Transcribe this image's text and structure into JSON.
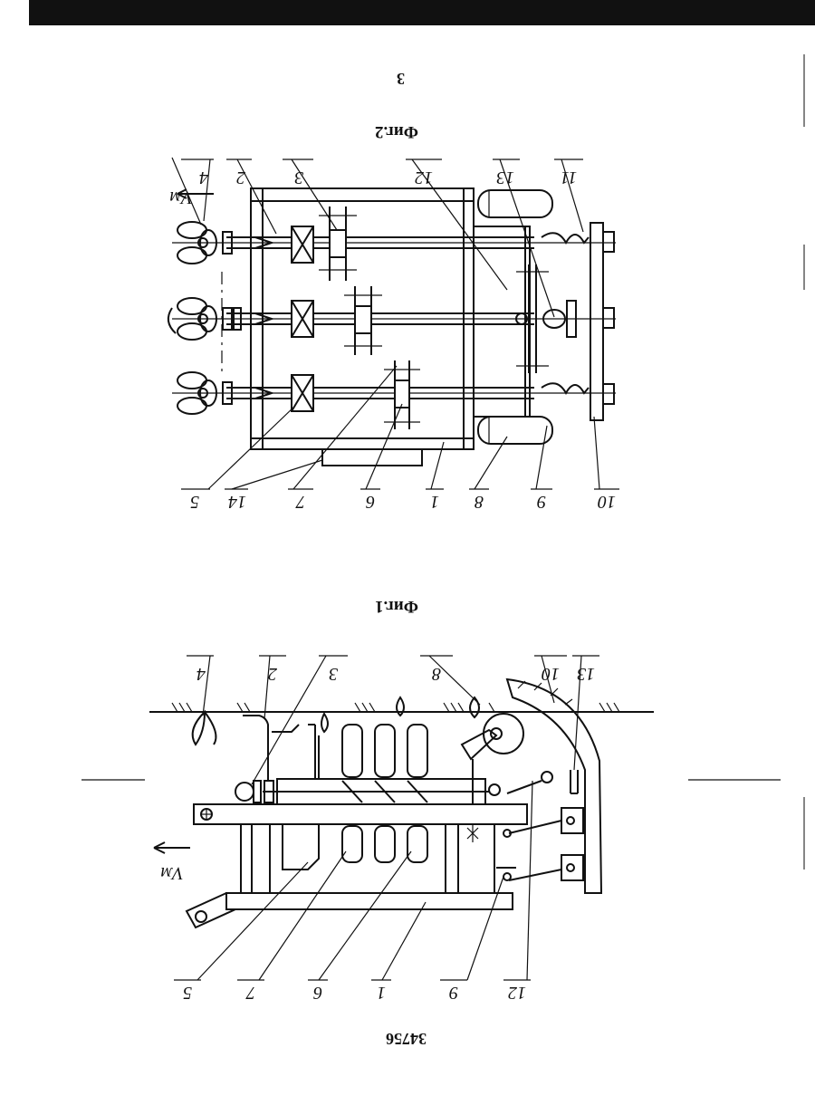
{
  "page": {
    "page_number": "3",
    "patent_number": "34756"
  },
  "figures": [
    {
      "caption": "Фиг.1",
      "direction_label": "Vм",
      "labels": [
        "4",
        "2",
        "3",
        "8",
        "10",
        "13",
        "5",
        "7",
        "6",
        "1",
        "9",
        "12"
      ]
    },
    {
      "caption": "Фиг.2",
      "direction_label": "Vм",
      "labels": [
        "4",
        "2",
        "3",
        "12",
        "13",
        "11",
        "5",
        "14",
        "7",
        "6",
        "1",
        "8",
        "9",
        "10"
      ]
    }
  ],
  "colors": {
    "ink": "#111111",
    "paper": "#ffffff"
  }
}
